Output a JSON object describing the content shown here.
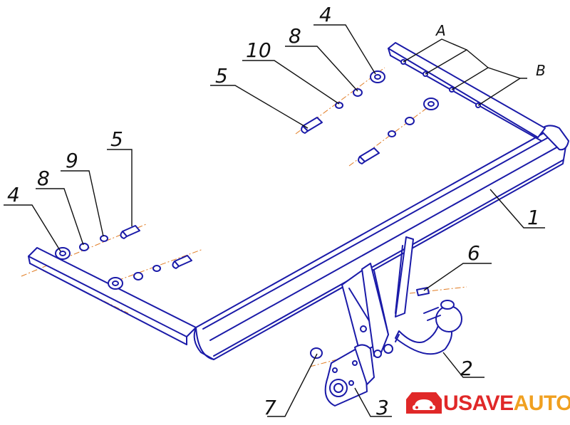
{
  "callouts": {
    "n1": "1",
    "n2": "2",
    "n3": "3",
    "n4a": "4",
    "n4b": "4",
    "n5a": "5",
    "n5b": "5",
    "n6": "6",
    "n7": "7",
    "n8a": "8",
    "n8b": "8",
    "n9": "9",
    "n10": "10"
  },
  "letters": {
    "a": "A",
    "b": "B"
  },
  "brand": {
    "part1": "USAVE",
    "part2": "AUTO",
    "icon": "car-icon"
  },
  "colors": {
    "line": "#1a1aa8",
    "axis": "#e07a20",
    "brand_red": "#e02828",
    "brand_orange": "#f0a020"
  }
}
